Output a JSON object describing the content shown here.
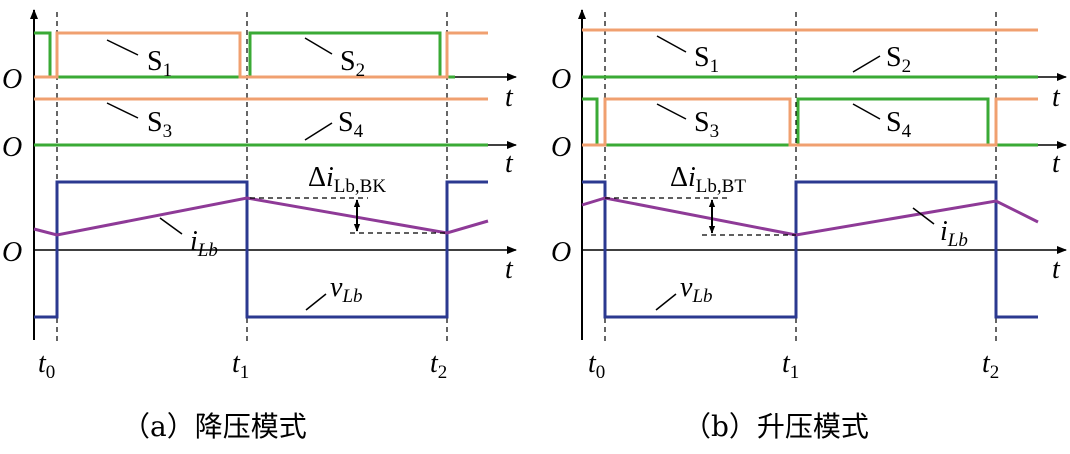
{
  "panels": [
    {
      "id": "a",
      "caption": "（a）降压模式",
      "origin_label": "O",
      "axis_label": "t",
      "signals": [
        {
          "label": "S",
          "sub": "1"
        },
        {
          "label": "S",
          "sub": "2"
        },
        {
          "label": "S",
          "sub": "3"
        },
        {
          "label": "S",
          "sub": "4"
        }
      ],
      "current_label": {
        "main": "i",
        "sub": "Lb"
      },
      "voltage_label": {
        "main": "v",
        "sub": "Lb"
      },
      "ripple_label": {
        "delta": "Δ",
        "main": "i",
        "sub": "Lb,BK"
      },
      "times": [
        {
          "main": "t",
          "sub": "0"
        },
        {
          "main": "t",
          "sub": "1"
        },
        {
          "main": "t",
          "sub": "2"
        }
      ]
    },
    {
      "id": "b",
      "caption": "（b）升压模式",
      "origin_label": "O",
      "axis_label": "t",
      "signals": [
        {
          "label": "S",
          "sub": "1"
        },
        {
          "label": "S",
          "sub": "2"
        },
        {
          "label": "S",
          "sub": "3"
        },
        {
          "label": "S",
          "sub": "4"
        }
      ],
      "current_label": {
        "main": "i",
        "sub": "Lb"
      },
      "voltage_label": {
        "main": "v",
        "sub": "Lb"
      },
      "ripple_label": {
        "delta": "Δ",
        "main": "i",
        "sub": "Lb,BT"
      },
      "times": [
        {
          "main": "t",
          "sub": "0"
        },
        {
          "main": "t",
          "sub": "1"
        },
        {
          "main": "t",
          "sub": "2"
        }
      ]
    }
  ],
  "colors": {
    "orange": "#f0a070",
    "green": "#3aaa35",
    "blue": "#2b3990",
    "purple": "#8e3a97",
    "axis": "#000000",
    "dash": "#000000"
  }
}
